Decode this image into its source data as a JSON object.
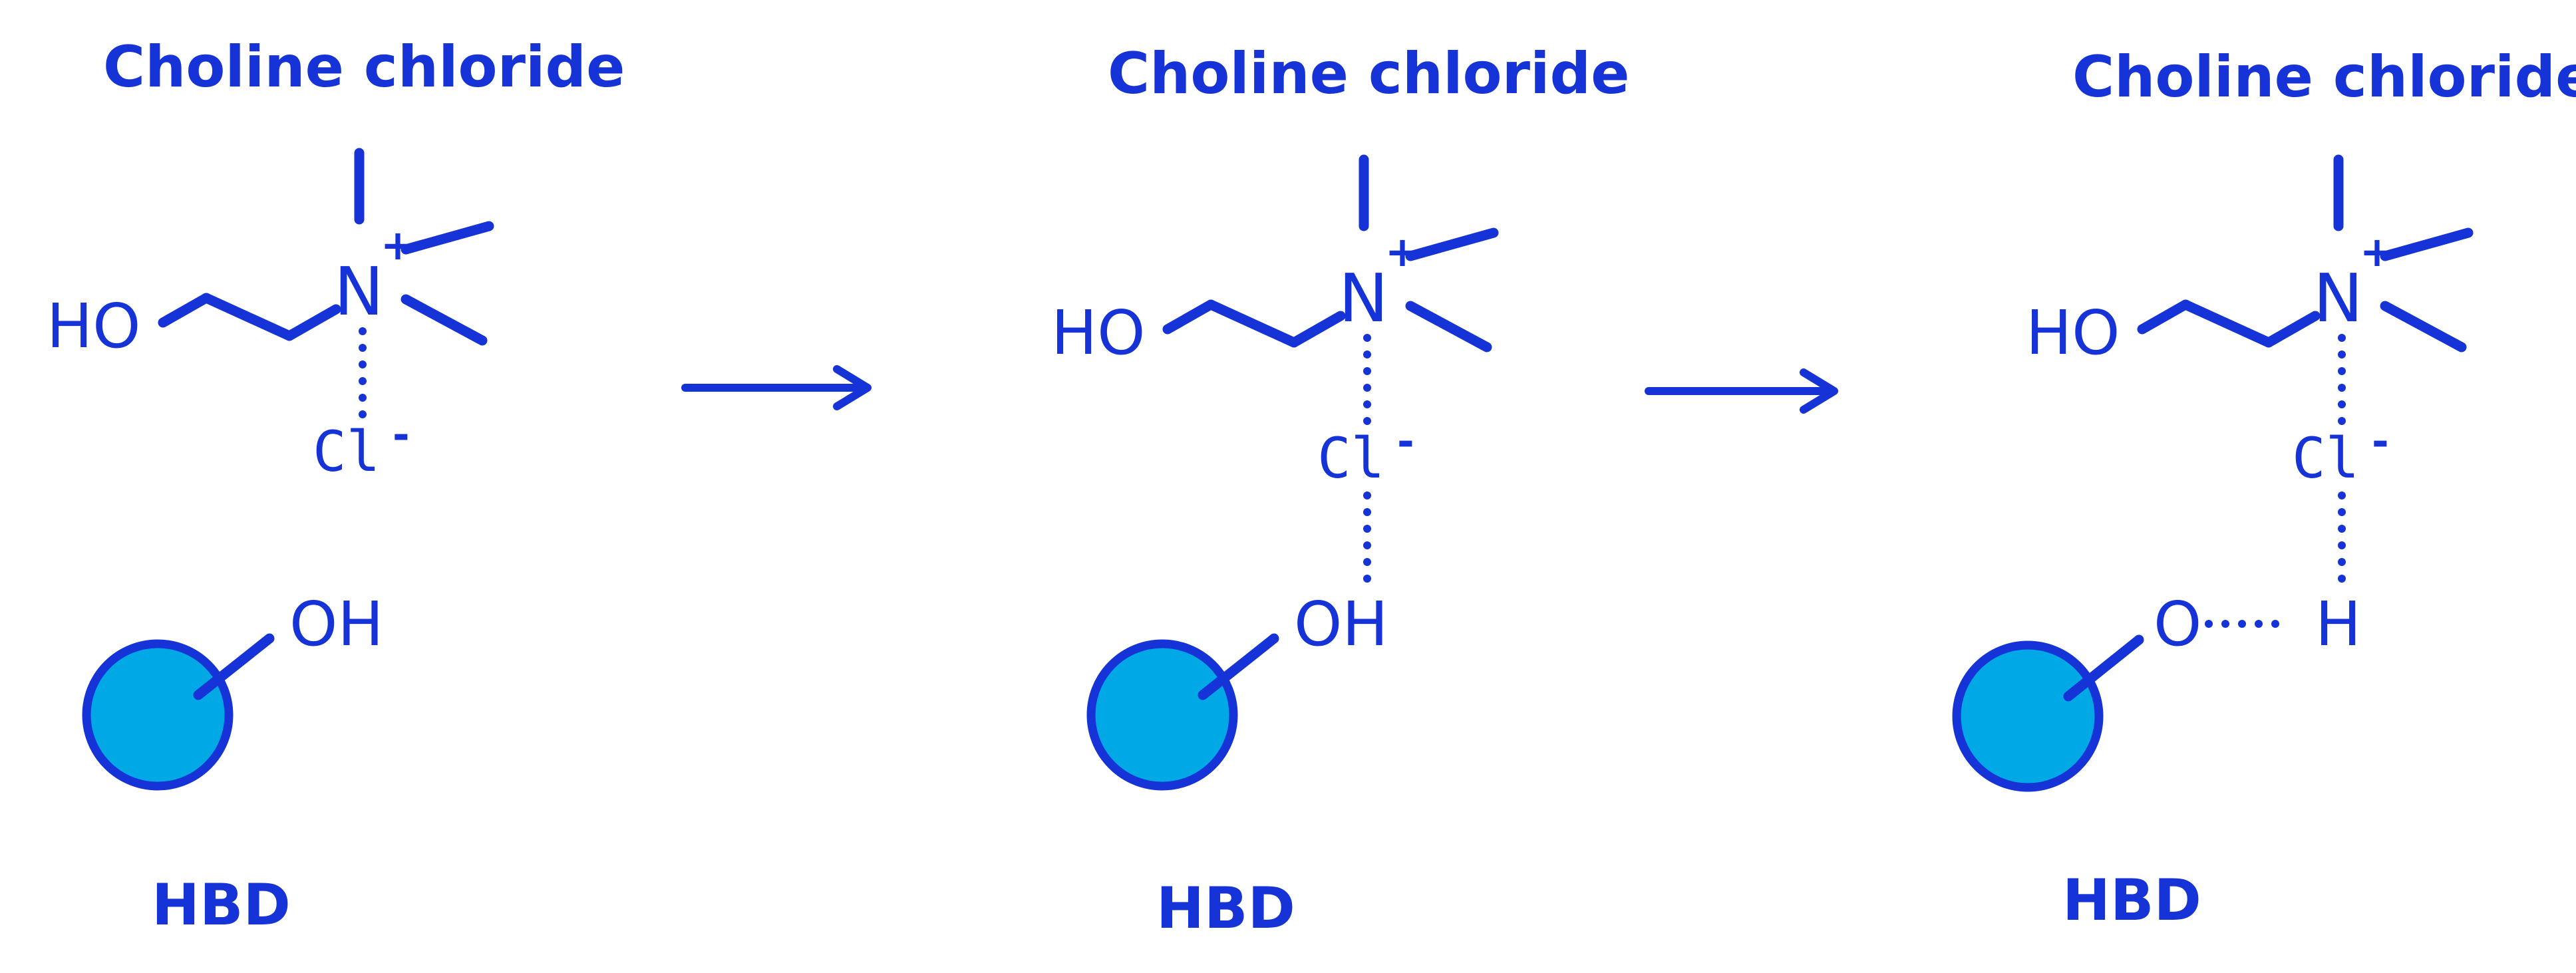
{
  "panels": [
    {
      "title": "Choline chloride",
      "hydroxyl": "HO",
      "nitrogen": "N",
      "charge_plus": "+",
      "chloride": "Cl",
      "charge_minus": "-",
      "hbd_group": "OH",
      "hbd_label": "HBD"
    },
    {
      "title": "Choline chloride",
      "hydroxyl": "HO",
      "nitrogen": "N",
      "charge_plus": "+",
      "chloride": "Cl",
      "charge_minus": "-",
      "hbd_group": "OH",
      "hbd_label": "HBD"
    },
    {
      "title": "Choline chloride",
      "hydroxyl": "HO",
      "nitrogen": "N",
      "charge_plus": "+",
      "chloride": "Cl",
      "charge_minus": "-",
      "hbd_oxygen": "O",
      "hbd_hydrogen": "H",
      "hbd_label": "HBD"
    }
  ],
  "colors": {
    "ink": "#1533D6",
    "ball_fill": "#00A8E6",
    "background": "#FFFFFF"
  }
}
